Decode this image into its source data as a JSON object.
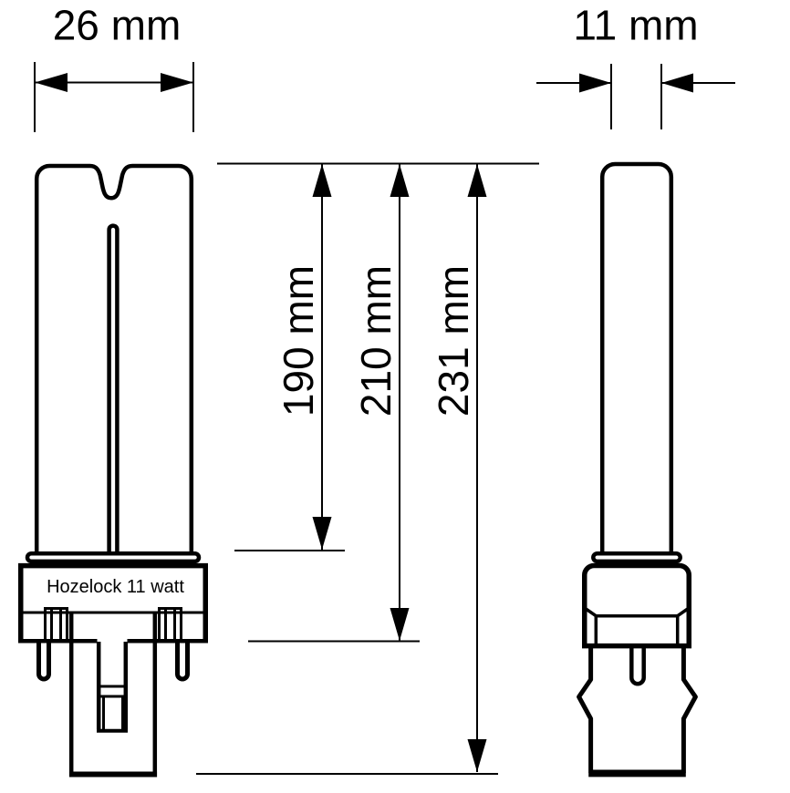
{
  "page": {
    "background": "#ffffff",
    "line_color": "#000000"
  },
  "lamp": {
    "label": "Hozelock 11 watt"
  },
  "dimensions": {
    "front_width": "26 mm",
    "side_width": "11 mm",
    "tube_length": "190 mm",
    "base_length": "210 mm",
    "overall_length": "231 mm"
  }
}
